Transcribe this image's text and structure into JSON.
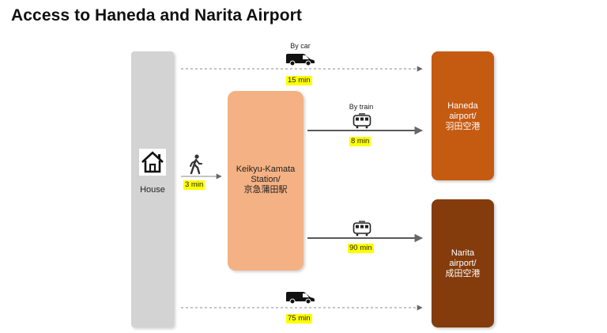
{
  "title": "Access to Haneda and Narita Airport",
  "house": {
    "label": "House",
    "icon": "house-icon"
  },
  "station": {
    "line1": "Keikyu-Kamata",
    "line2": "Station/",
    "line3": "京急蒲田駅"
  },
  "haneda": {
    "line1": "Haneda",
    "line2": "airport/",
    "line3": "羽田空港"
  },
  "narita": {
    "line1": "Narita",
    "line2": "airport/",
    "line3": "成田空港"
  },
  "routes": {
    "car_top": {
      "mode": "By car",
      "duration": "15 min",
      "icon": "car-icon"
    },
    "walk": {
      "duration": "3 min",
      "icon": "walking-person-icon"
    },
    "train_haneda": {
      "mode": "By train",
      "duration": "8 min",
      "icon": "train-icon"
    },
    "train_narita": {
      "duration": "90 min",
      "icon": "train-icon"
    },
    "car_bottom": {
      "duration": "75 min",
      "icon": "car-icon"
    }
  },
  "colors": {
    "house": "#d3d3d3",
    "station": "#f4b183",
    "haneda": "#c55a11",
    "narita": "#843c0c",
    "highlight": "#ffff00"
  }
}
